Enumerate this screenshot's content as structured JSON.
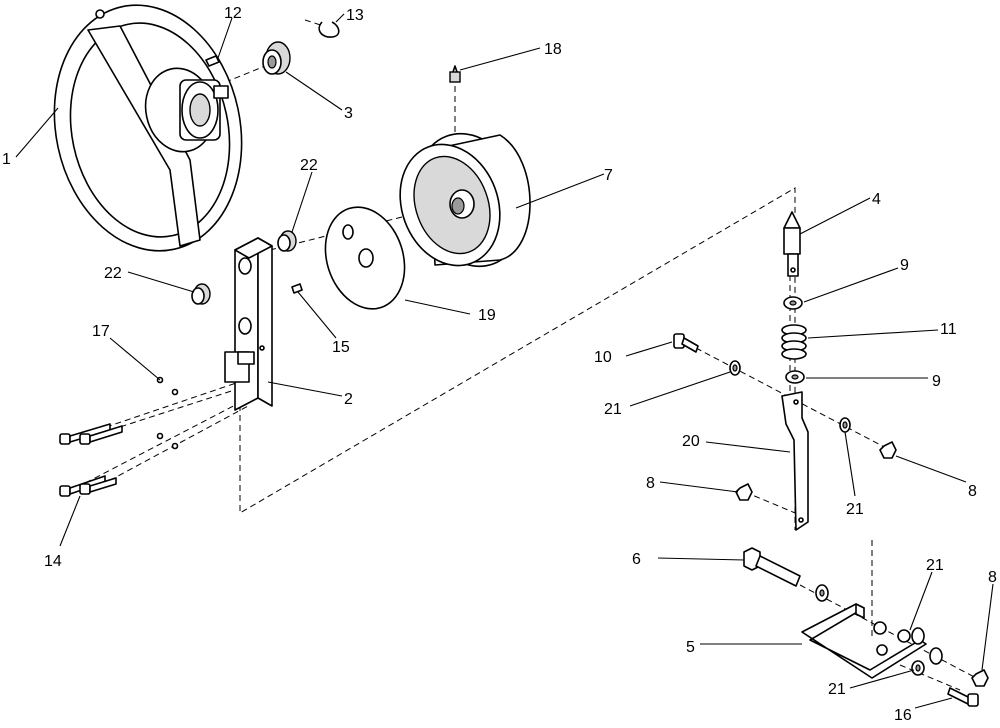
{
  "callouts": {
    "c1": "1",
    "c2": "2",
    "c3": "3",
    "c4": "4",
    "c5": "5",
    "c6": "6",
    "c7": "7",
    "c8a": "8",
    "c8b": "8",
    "c8c": "8",
    "c9a": "9",
    "c9b": "9",
    "c10": "10",
    "c11": "11",
    "c12": "12",
    "c13": "13",
    "c14": "14",
    "c15": "15",
    "c16": "16",
    "c17": "17",
    "c18": "18",
    "c19": "19",
    "c20": "20",
    "c21a": "21",
    "c21b": "21",
    "c21c": "21",
    "c21d": "21",
    "c22a": "22",
    "c22b": "22"
  }
}
